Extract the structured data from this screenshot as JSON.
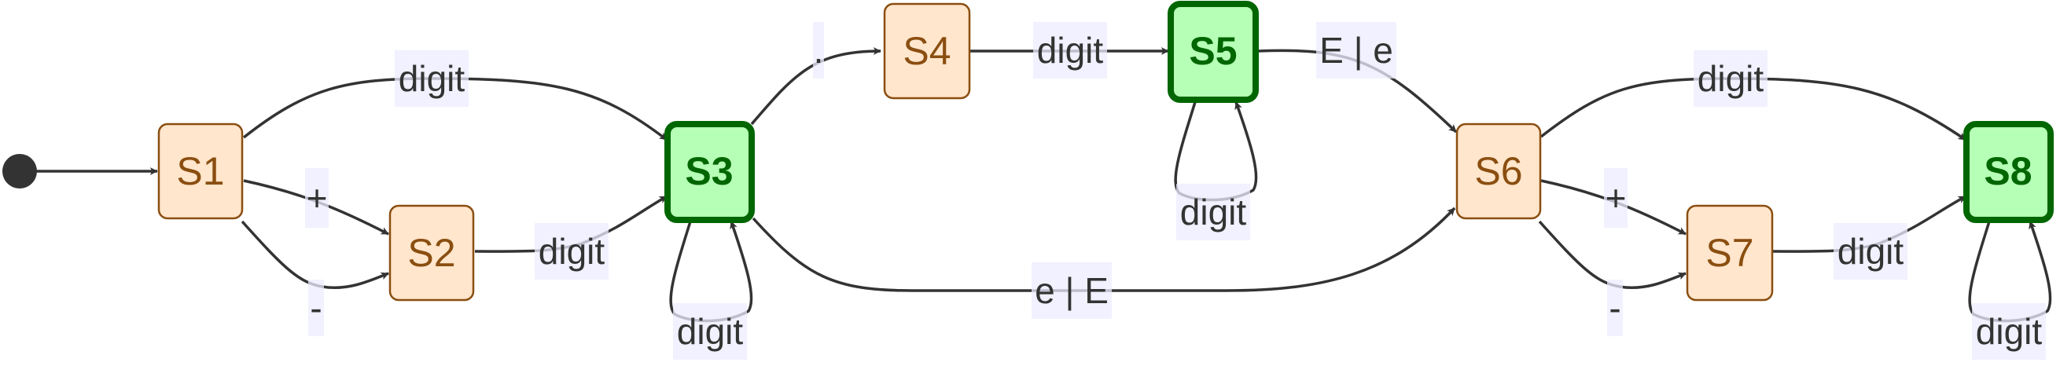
{
  "colors": {
    "state_fill": "#ffe6cc",
    "state_stroke": "#8a4e10",
    "state_text": "#8a4e10",
    "accepting_fill": "#b6ffb6",
    "accepting_stroke": "#006600",
    "accepting_text": "#006600",
    "edge": "#333333",
    "label_bg": "#ececff"
  },
  "states": [
    {
      "id": "S1",
      "label": "S1",
      "accepting": false
    },
    {
      "id": "S2",
      "label": "S2",
      "accepting": false
    },
    {
      "id": "S3",
      "label": "S3",
      "accepting": true
    },
    {
      "id": "S4",
      "label": "S4",
      "accepting": false
    },
    {
      "id": "S5",
      "label": "S5",
      "accepting": true
    },
    {
      "id": "S6",
      "label": "S6",
      "accepting": false
    },
    {
      "id": "S7",
      "label": "S7",
      "accepting": false
    },
    {
      "id": "S8",
      "label": "S8",
      "accepting": true
    }
  ],
  "transitions": [
    {
      "from": "start",
      "to": "S1",
      "label": ""
    },
    {
      "from": "S1",
      "to": "S3",
      "label": "digit"
    },
    {
      "from": "S1",
      "to": "S2",
      "label": "+"
    },
    {
      "from": "S1",
      "to": "S2",
      "label": "-"
    },
    {
      "from": "S2",
      "to": "S3",
      "label": "digit"
    },
    {
      "from": "S3",
      "to": "S3",
      "label": "digit"
    },
    {
      "from": "S3",
      "to": "S4",
      "label": "."
    },
    {
      "from": "S3",
      "to": "S6",
      "label": "e | E"
    },
    {
      "from": "S4",
      "to": "S5",
      "label": "digit"
    },
    {
      "from": "S5",
      "to": "S5",
      "label": "digit"
    },
    {
      "from": "S5",
      "to": "S6",
      "label": "E | e"
    },
    {
      "from": "S6",
      "to": "S8",
      "label": "digit"
    },
    {
      "from": "S6",
      "to": "S7",
      "label": "+"
    },
    {
      "from": "S6",
      "to": "S7",
      "label": "-"
    },
    {
      "from": "S7",
      "to": "S8",
      "label": "digit"
    },
    {
      "from": "S8",
      "to": "S8",
      "label": "digit"
    }
  ]
}
